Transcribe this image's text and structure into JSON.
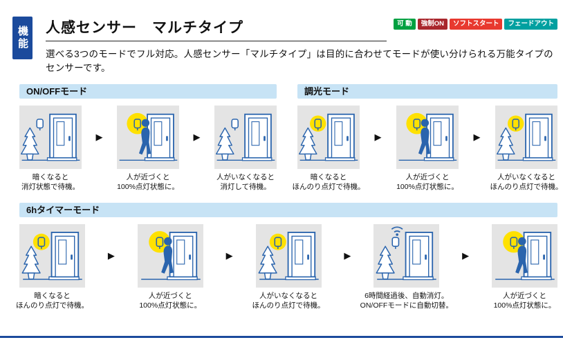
{
  "header": {
    "badge": "機能",
    "title": "人感センサー　マルチタイプ",
    "description": "選べる3つのモードでフル対応。人感センサー「マルチタイプ」は目的に合わせてモードが使い分けられる万能タイプのセンサーです。",
    "tags": [
      {
        "label": "可 動",
        "color": "#00a040"
      },
      {
        "label": "強制ON",
        "color": "#a9272d"
      },
      {
        "label": "ソフトスタート",
        "color": "#e8392f"
      },
      {
        "label": "フェードアウト",
        "color": "#00a0a0"
      }
    ]
  },
  "icons": {
    "arrow": "▶",
    "scene_icons": [
      "door",
      "porch-light",
      "tree",
      "person",
      "light-glow",
      "auto-off-signal"
    ]
  },
  "sections": [
    {
      "title": "ON/OFFモード",
      "steps": [
        {
          "caption": "暗くなると\n消灯状態で待機。",
          "light": "off",
          "person": false
        },
        {
          "caption": "人が近づくと\n100%点灯状態に。",
          "light": "on",
          "person": true
        },
        {
          "caption": "人がいなくなると\n消灯して待機。",
          "light": "off",
          "person": false
        }
      ]
    },
    {
      "title": "調光モード",
      "steps": [
        {
          "caption": "暗くなると\nほんのり点灯で待機。",
          "light": "dim",
          "person": false
        },
        {
          "caption": "人が近づくと\n100%点灯状態に。",
          "light": "on",
          "person": true
        },
        {
          "caption": "人がいなくなると\nほんのり点灯で待機。",
          "light": "dim",
          "person": false
        }
      ]
    },
    {
      "title": "6hタイマーモード",
      "steps": [
        {
          "caption": "暗くなると\nほんのり点灯で待機。",
          "light": "dim",
          "person": false
        },
        {
          "caption": "人が近づくと\n100%点灯状態に。",
          "light": "on",
          "person": true
        },
        {
          "caption": "人がいなくなると\nほんのり点灯で待機。",
          "light": "dim",
          "person": false
        },
        {
          "caption": "6時間経過後、自動消灯。\nON/OFFモードに自動切替。",
          "light": "off",
          "person": false,
          "auto_off_signal": true
        },
        {
          "caption": "人が近づくと\n100%点灯状態に。",
          "light": "on",
          "person": true
        }
      ]
    }
  ],
  "colors": {
    "accent_blue": "#1b4a9c",
    "line_blue": "#2a64ad",
    "glow_yellow": "#ffe100",
    "section_bar_blue": "#c7e3f5",
    "scene_bg_gray": "#e4e4e4"
  }
}
